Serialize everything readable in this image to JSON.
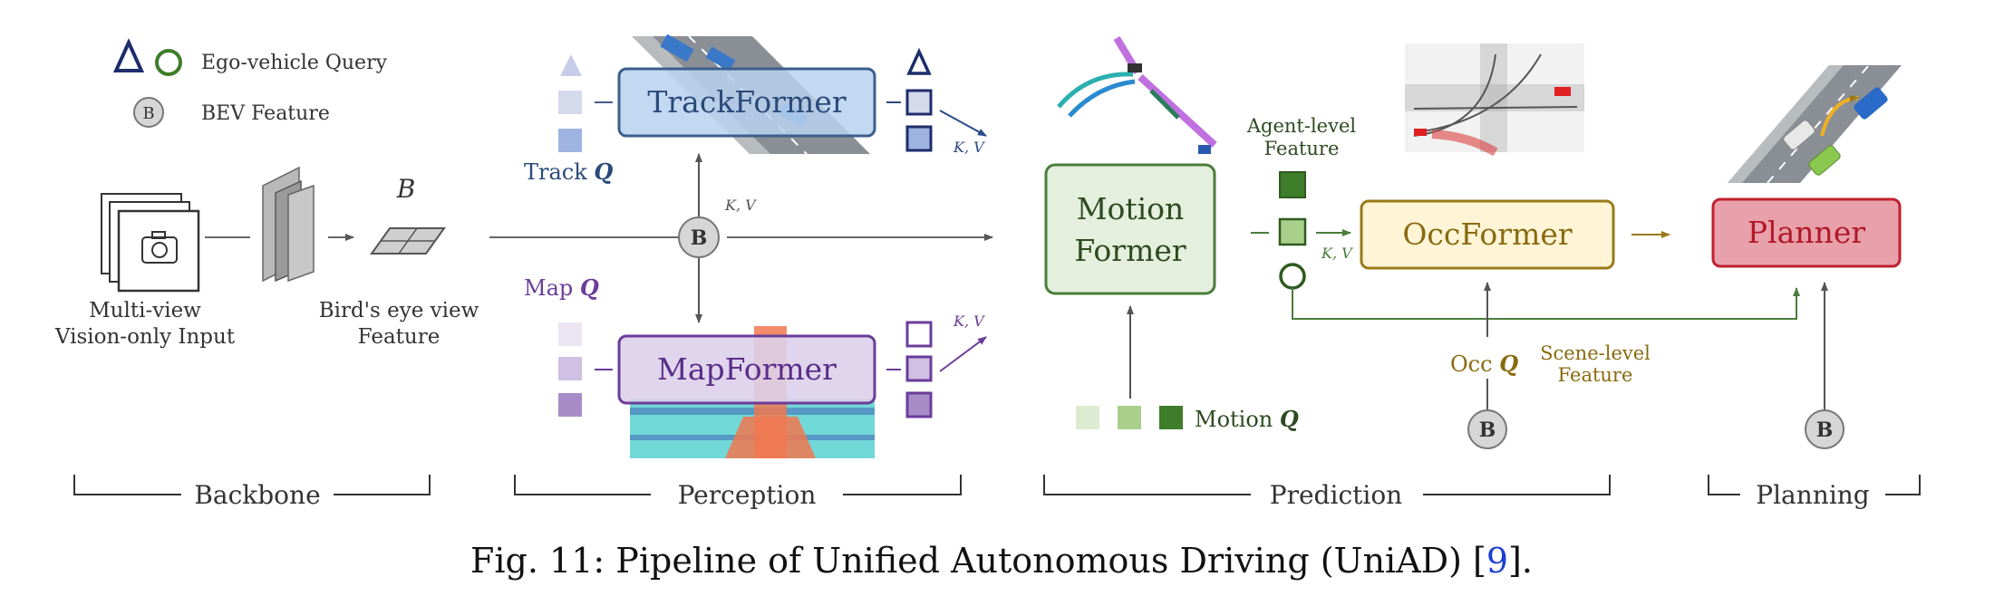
{
  "legend": {
    "query_label": "Ego-vehicle Query",
    "bev_symbol": "B",
    "bev_label": "BEV Feature"
  },
  "backbone": {
    "input_label_line1": "Multi-view",
    "input_label_line2": "Vision-only Input",
    "bev_letter": "B",
    "bev_label_line1": "Bird's eye view",
    "bev_label_line2": "Feature"
  },
  "perception": {
    "trackformer": "TrackFormer",
    "mapformer": "MapFormer",
    "track_q_prefix": "Track",
    "map_q_prefix": "Map",
    "q_symbol": "Q",
    "bev_node": "B",
    "kv_label": "K, V"
  },
  "prediction": {
    "motionformer_line1": "Motion",
    "motionformer_line2": "Former",
    "agent_feature_line1": "Agent-level",
    "agent_feature_line2": "Feature",
    "kv_label": "K, V",
    "occformer": "OccFormer",
    "motion_q_prefix": "Motion",
    "occ_q_prefix": "Occ",
    "q_symbol": "Q",
    "scene_feature_line1": "Scene-level",
    "scene_feature_line2": "Feature",
    "occ_bev_node": "B"
  },
  "planning": {
    "planner": "Planner",
    "bev_node": "B"
  },
  "stages": {
    "backbone": "Backbone",
    "perception": "Perception",
    "prediction": "Prediction",
    "planning": "Planning"
  },
  "caption": {
    "text_before": "Fig. 11: Pipeline of Unified Autonomous Driving (UniAD) [",
    "ref": "9",
    "text_after": "]."
  },
  "colors": {
    "track_fill": "#c5d9ef",
    "track_stroke": "#3a5f8a",
    "map_fill": "#ddd0ea",
    "map_stroke": "#6a3d9a",
    "motion_fill": "#e4efdd",
    "motion_stroke": "#4a7d3a",
    "occ_fill": "#fff5d6",
    "occ_stroke": "#9a7a1a",
    "planner_fill": "#e8a0aa",
    "planner_stroke": "#c0202e",
    "caption_ref": "#1a3fd0"
  }
}
